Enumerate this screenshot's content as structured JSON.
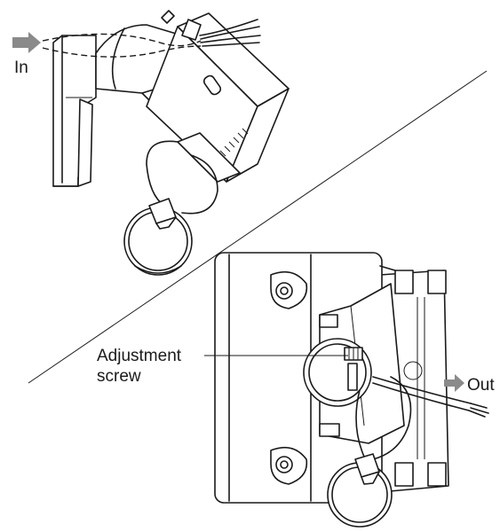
{
  "labels": {
    "in": "In",
    "out": "Out",
    "adjustment_line1": "Adjustment",
    "adjustment_line2": "screw"
  },
  "colors": {
    "line": "#1a1a1a",
    "arrow": "#8a8a8a",
    "background": "#ffffff"
  },
  "icons": {
    "in_arrow": "arrow-right-icon",
    "out_arrow": "arrow-right-icon"
  }
}
